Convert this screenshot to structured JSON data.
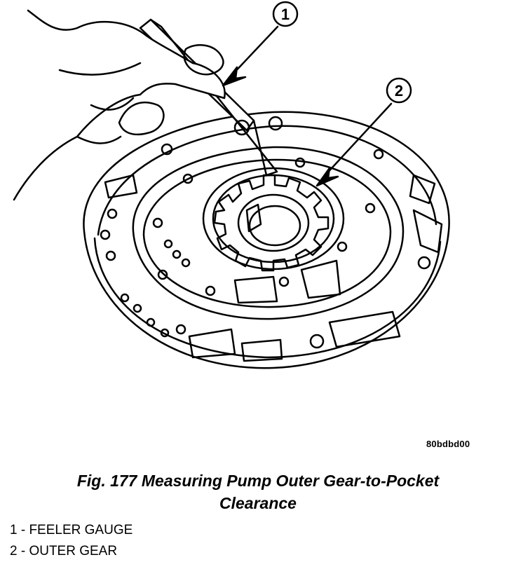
{
  "figure": {
    "image_id": "80bdbd00",
    "caption_line1": "Fig. 177 Measuring Pump Outer Gear-to-Pocket",
    "caption_line2": "Clearance",
    "callouts": [
      {
        "number": "1",
        "text": "1 - FEELER GAUGE"
      },
      {
        "number": "2",
        "text": "2 - OUTER GEAR"
      }
    ]
  }
}
